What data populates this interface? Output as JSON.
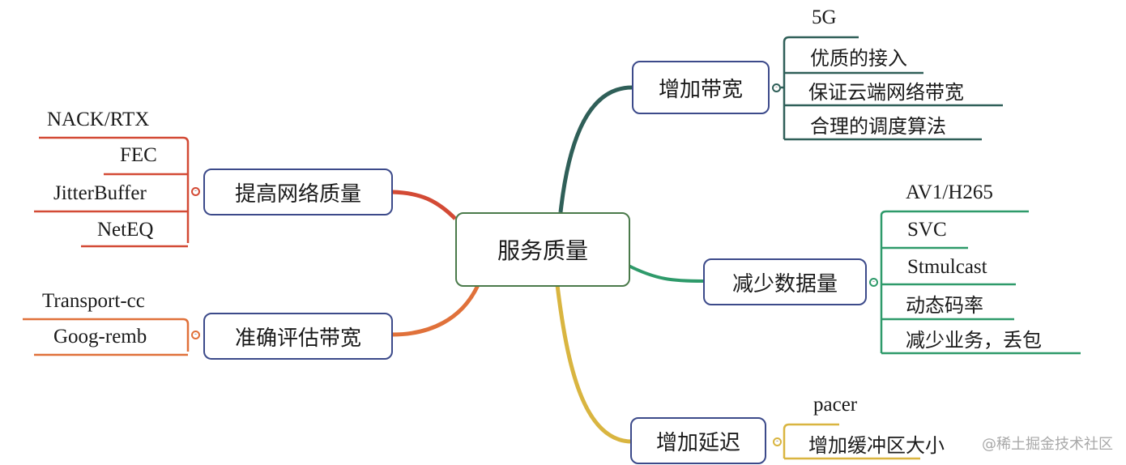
{
  "root": {
    "label": "服务质量"
  },
  "branches": [
    {
      "label": "增加带宽",
      "color": "#2f5f58",
      "children": [
        "5G",
        "优质的接入",
        "保证云端网络带宽",
        "合理的调度算法"
      ]
    },
    {
      "label": "减少数据量",
      "color": "#2e9a6a",
      "children": [
        "AV1/H265",
        "SVC",
        "Stmulcast",
        "动态码率",
        "减少业务，丢包"
      ]
    },
    {
      "label": "增加延迟",
      "color": "#d9b540",
      "children": [
        "pacer",
        "增加缓冲区大小"
      ]
    },
    {
      "label": "提高网络质量",
      "color": "#d34a35",
      "children": [
        "NACK/RTX",
        "FEC",
        "JitterBuffer",
        "NetEQ"
      ]
    },
    {
      "label": "准确评估带宽",
      "color": "#e0713a",
      "children": [
        "Transport-cc",
        "Goog-remb"
      ]
    }
  ],
  "watermark": "@稀土掘金技术社区"
}
